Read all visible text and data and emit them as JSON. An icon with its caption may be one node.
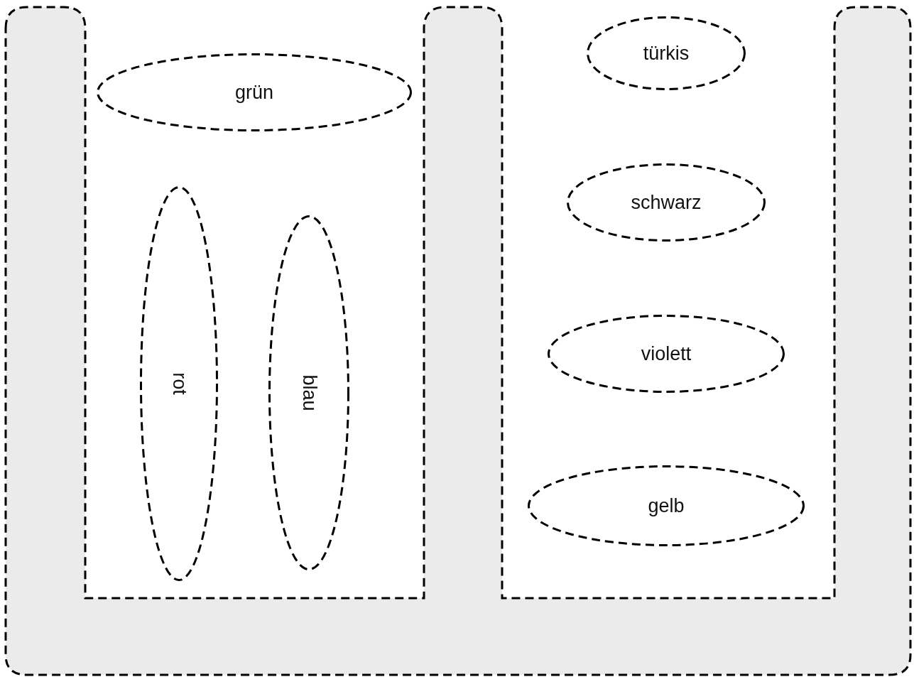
{
  "diagram": {
    "nodes": [
      {
        "text": [],
        "shape": "box"
      },
      {
        "text": [
          "grün"
        ],
        "in": 0
      },
      {
        "text": [
          "rot"
        ],
        "in": 0
      },
      {
        "text": [
          "blau"
        ],
        "in": 0
      },
      {
        "text": [
          "türkis"
        ],
        "in": 0
      },
      {
        "text": [
          "schwarz"
        ],
        "in": 0
      },
      {
        "text": [
          "violett"
        ],
        "in": 0
      },
      {
        "text": [
          "gelb"
        ],
        "in": 0
      }
    ]
  }
}
